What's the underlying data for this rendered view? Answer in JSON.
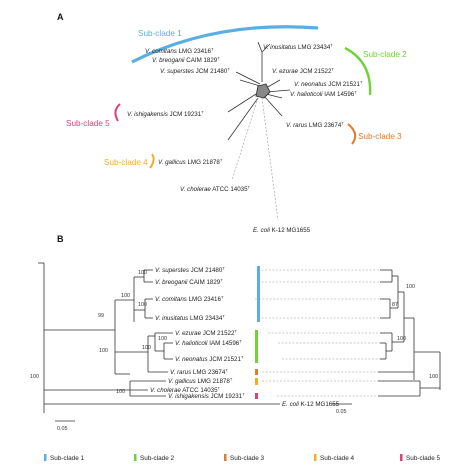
{
  "panels": {
    "a": "A",
    "b": "B"
  },
  "colors": {
    "sc1": "#5aafe0",
    "sc2": "#6fd23a",
    "sc3": "#e07a2c",
    "sc4": "#f0b120",
    "sc5": "#e0407a"
  },
  "network": {
    "clades": [
      "Sub-clade 1",
      "Sub-clade 2",
      "Sub-clade 3",
      "Sub-clade 4",
      "Sub-clade 5"
    ],
    "taxa": [
      {
        "sp": "V. comitans",
        "st": " LMG 23416",
        "sup": "T"
      },
      {
        "sp": "V. inusitatus",
        "st": " LMG 23434",
        "sup": "T"
      },
      {
        "sp": "V. breoganii",
        "st": " CAIM 1829",
        "sup": "T"
      },
      {
        "sp": "V. superstes",
        "st": " JCM 21480",
        "sup": "T"
      },
      {
        "sp": "V. ezurae",
        "st": " JCM 21522",
        "sup": "T"
      },
      {
        "sp": "V. neonatus",
        "st": " JCM 21521",
        "sup": "T"
      },
      {
        "sp": "V. halioticoli",
        "st": " IAM 14596",
        "sup": "T"
      },
      {
        "sp": "V. ishigakensis",
        "st": " JCM 19231",
        "sup": "T"
      },
      {
        "sp": "V. rarus",
        "st": " LMG 23674",
        "sup": "T"
      },
      {
        "sp": "V. gallicus",
        "st": " LMG 21878",
        "sup": "T"
      },
      {
        "sp": "V. cholerae",
        "st": " ATCC 14035",
        "sup": "T"
      },
      {
        "sp": "E. coli",
        "st": " K-12 MG1655",
        "sup": ""
      }
    ]
  },
  "tree": {
    "left_taxa": [
      {
        "sp": "V. superstes",
        "st": " JCM 21480",
        "sup": "T"
      },
      {
        "sp": "V. breoganii",
        "st": " CAIM 1829",
        "sup": "T"
      },
      {
        "sp": "V. comitans",
        "st": " LMG 23416",
        "sup": "T"
      },
      {
        "sp": "V. inusitatus",
        "st": " LMG 23434",
        "sup": "T"
      },
      {
        "sp": "V. ezurae",
        "st": " JCM 21522",
        "sup": "T"
      },
      {
        "sp": "V. halioticoli",
        "st": " IAM 14596",
        "sup": "T"
      },
      {
        "sp": "V. neonatus",
        "st": " JCM 21521",
        "sup": "T"
      },
      {
        "sp": "V. rarus",
        "st": " LMG 23674",
        "sup": "T"
      },
      {
        "sp": "V. gallicus",
        "st": " LMG 21878",
        "sup": "T"
      },
      {
        "sp": "V. ishigakensis",
        "st": " JCM 19231",
        "sup": "T"
      },
      {
        "sp": "V. cholerae",
        "st": " ATCC 14035",
        "sup": "T"
      },
      {
        "sp": "E. coli",
        "st": " K-12 MG1655",
        "sup": ""
      }
    ],
    "left_bootstrap": [
      "100",
      "100",
      "100",
      "100",
      "99",
      "100",
      "100",
      "100",
      "100"
    ],
    "right_bootstrap": [
      "100",
      "87",
      "100",
      "100"
    ],
    "scale_left": "0.05",
    "scale_right": "0.05"
  },
  "legend": [
    "Sub-clade 1",
    "Sub-clade 2",
    "Sub-clade 3",
    "Sub-clade 4",
    "Sub-clade 5"
  ]
}
